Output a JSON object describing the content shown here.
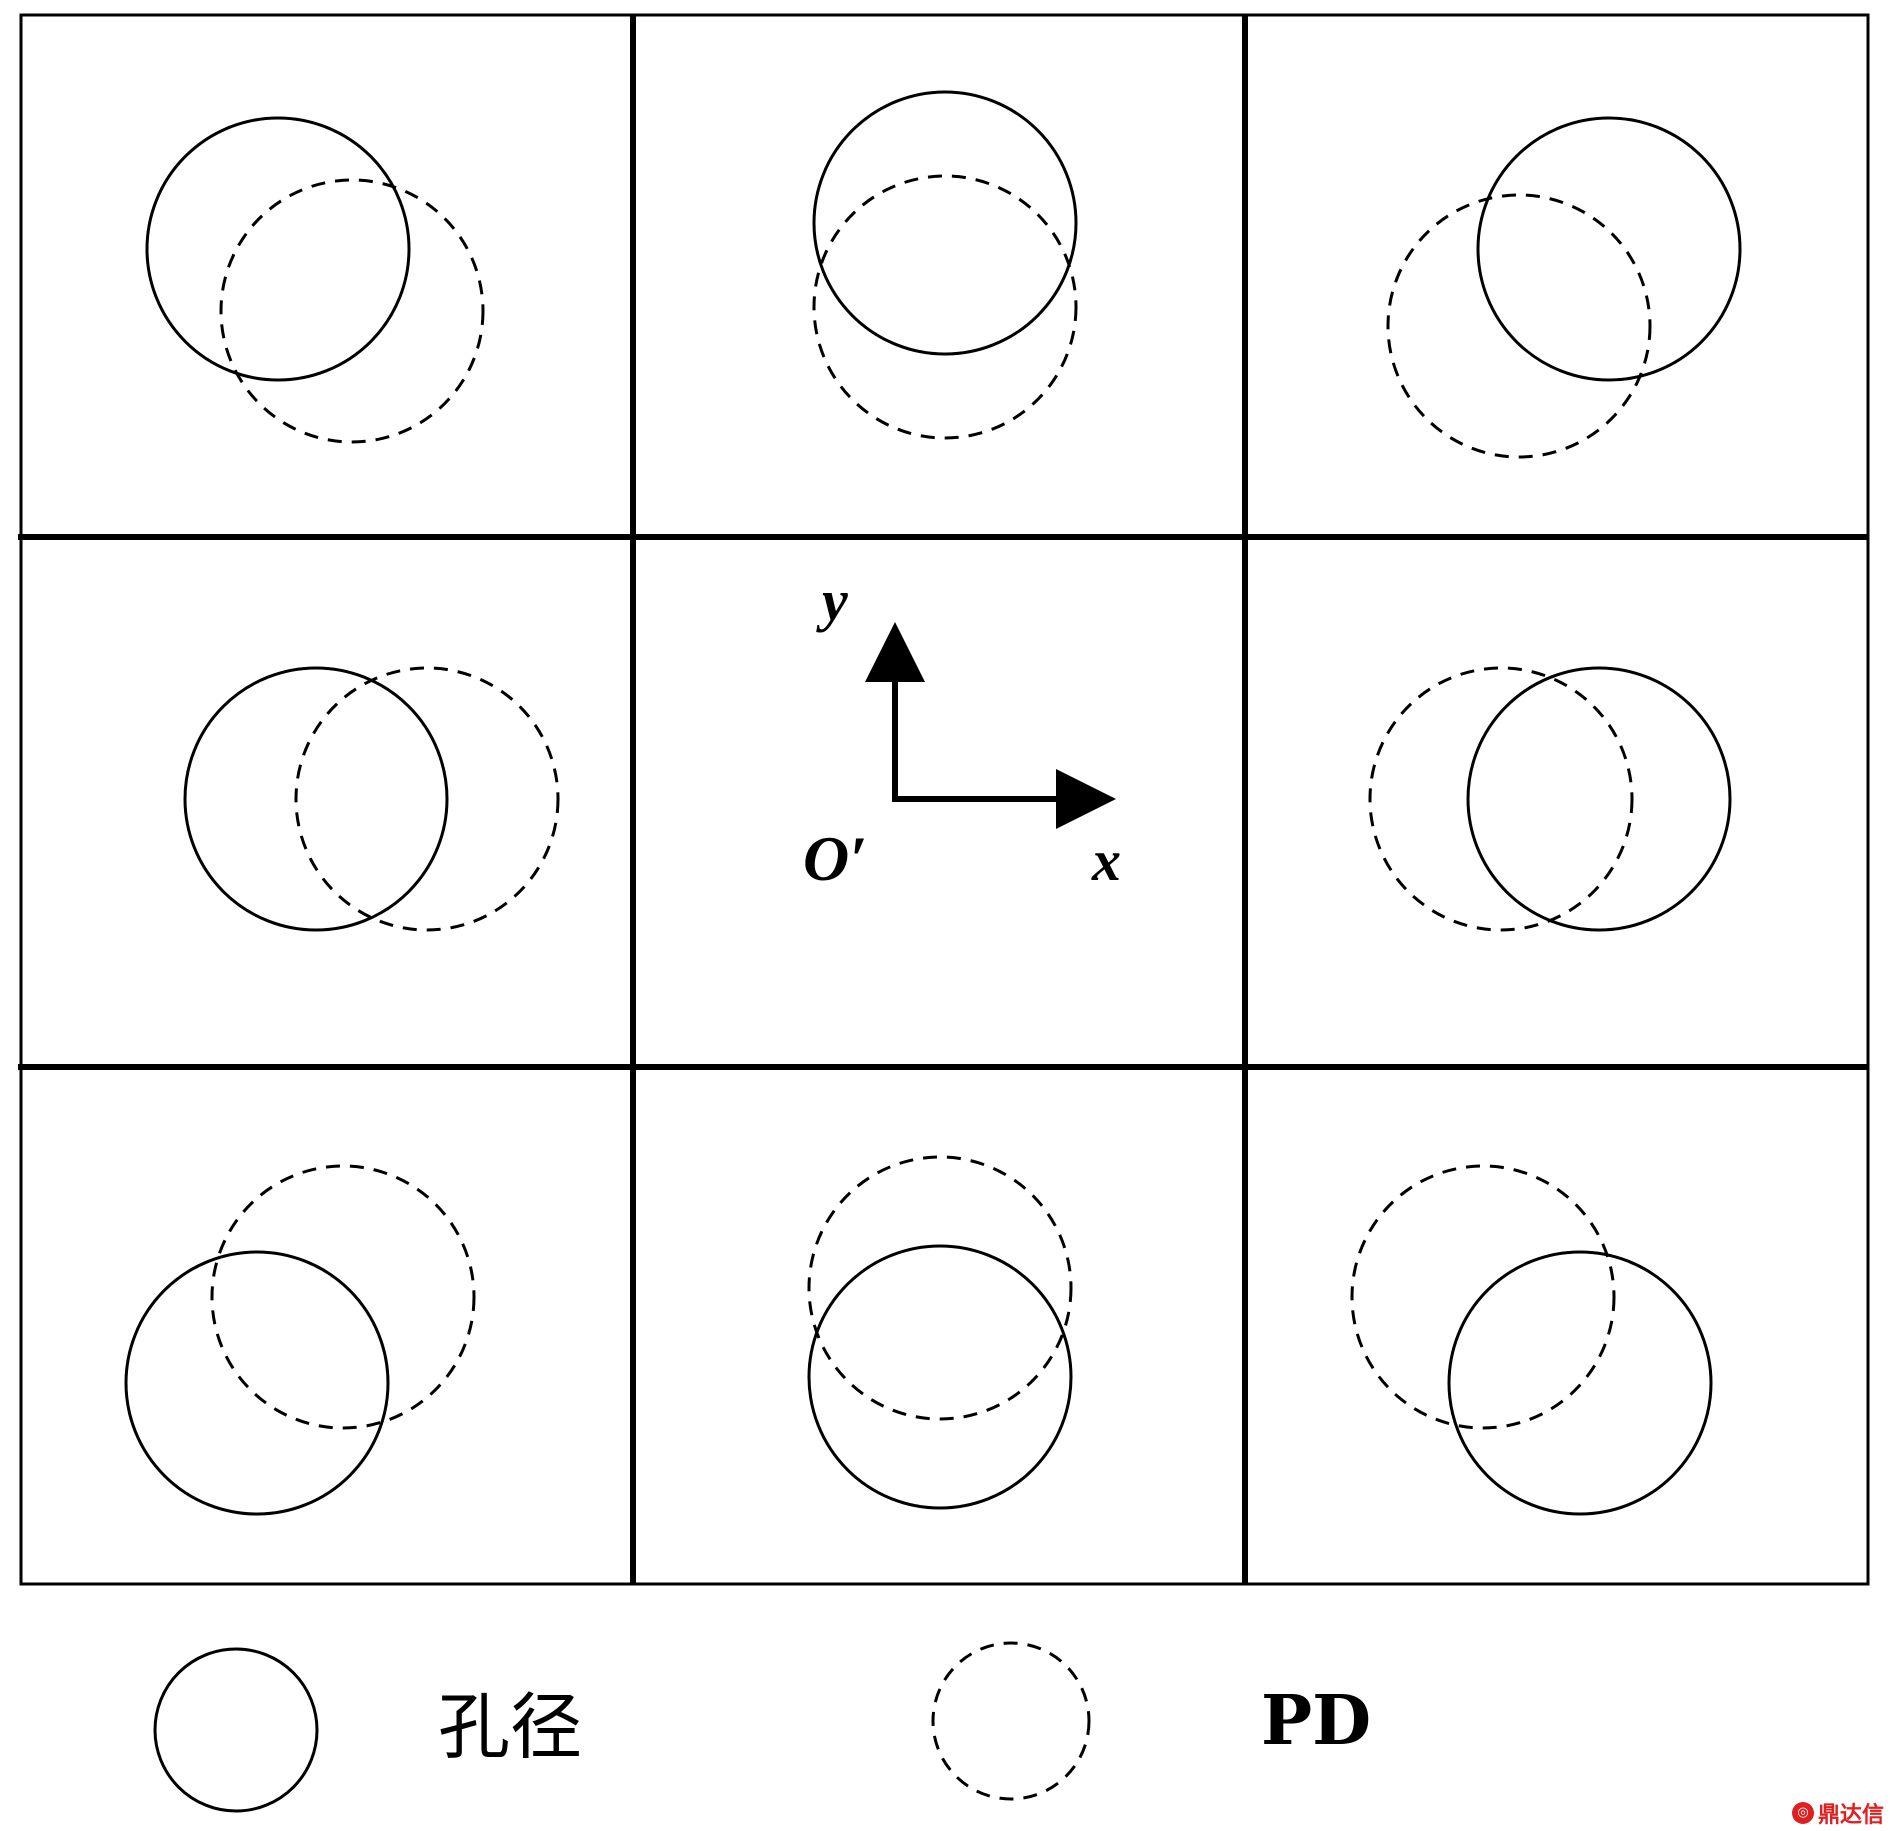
{
  "diagram": {
    "axes": {
      "origin_label": "O′",
      "x_label": "x",
      "y_label": "y"
    },
    "cells": [
      {
        "position": "top-left",
        "offset": "right-down"
      },
      {
        "position": "top-center",
        "offset": "down"
      },
      {
        "position": "top-right",
        "offset": "left-down"
      },
      {
        "position": "middle-left",
        "offset": "right"
      },
      {
        "position": "middle-center",
        "offset": "none"
      },
      {
        "position": "middle-right",
        "offset": "left"
      },
      {
        "position": "bottom-left",
        "offset": "right-up"
      },
      {
        "position": "bottom-center",
        "offset": "up"
      },
      {
        "position": "bottom-right",
        "offset": "left-up"
      }
    ]
  },
  "legend": {
    "solid_label": "孔径",
    "dashed_label": "PD"
  },
  "watermark": {
    "text": "鼎达信"
  }
}
